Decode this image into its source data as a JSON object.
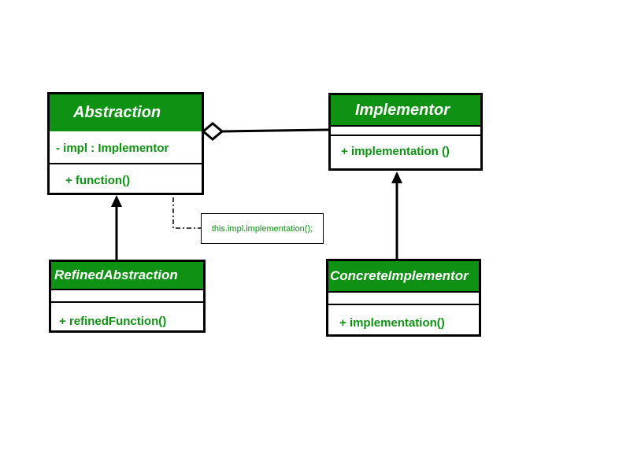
{
  "colors": {
    "header_fill": "#0f9114",
    "text_green": "#0f9114",
    "border": "#000000"
  },
  "abstraction": {
    "name": "Abstraction",
    "attribute": "- impl : Implementor",
    "method": "+ function()"
  },
  "implementor": {
    "name": "Implementor",
    "method": "+ implementation ()"
  },
  "refined": {
    "name": "RefinedAbstraction",
    "method": "+ refinedFunction()"
  },
  "concrete": {
    "name": "ConcreteImplementor",
    "method": "+ implementation()"
  },
  "note": {
    "text": "this.impl.implementation();"
  }
}
